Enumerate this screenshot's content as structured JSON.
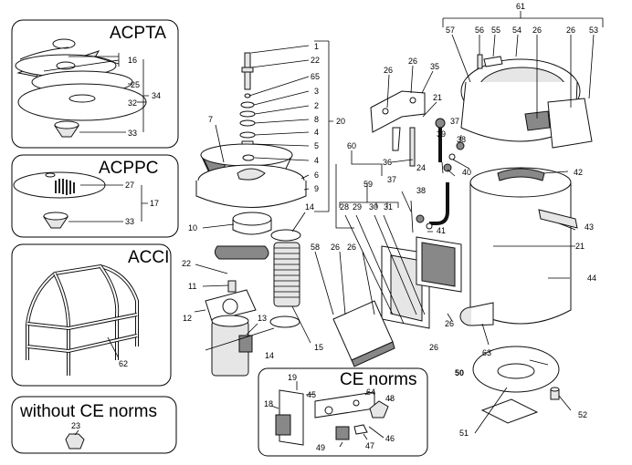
{
  "boxes": {
    "acpta": {
      "title": "ACPTA",
      "refs": [
        "16",
        "25",
        "32",
        "33",
        "34"
      ]
    },
    "acppc": {
      "title": "ACPPC",
      "refs": [
        "27",
        "33",
        "17"
      ]
    },
    "acci": {
      "title": "ACCI",
      "refs": [
        "62"
      ]
    },
    "without_ce": {
      "title": "without CE norms",
      "refs": [
        "23"
      ]
    },
    "ce_norms": {
      "title": "CE norms",
      "refs": [
        "19",
        "45",
        "64",
        "48",
        "18",
        "49",
        "47",
        "46"
      ]
    }
  },
  "center_column": {
    "refs": [
      "1",
      "22",
      "65",
      "3",
      "2",
      "8",
      "4",
      "5",
      "4",
      "6",
      "9",
      "7",
      "20",
      "10",
      "14",
      "22",
      "11",
      "12",
      "13",
      "14",
      "15"
    ]
  },
  "right_assembly": {
    "refs": [
      "61",
      "57",
      "56",
      "55",
      "54",
      "26",
      "26",
      "53",
      "26",
      "26",
      "35",
      "21",
      "37",
      "38",
      "39",
      "36",
      "24",
      "40",
      "42",
      "60",
      "59",
      "37",
      "38",
      "28",
      "29",
      "30",
      "31",
      "41",
      "43",
      "21",
      "58",
      "26",
      "26",
      "44",
      "26",
      "26",
      "63",
      "50",
      "52",
      "51"
    ]
  },
  "colors": {
    "line": "#000000",
    "fill_dark": "#888888",
    "fill_light": "#e6e6e6"
  }
}
